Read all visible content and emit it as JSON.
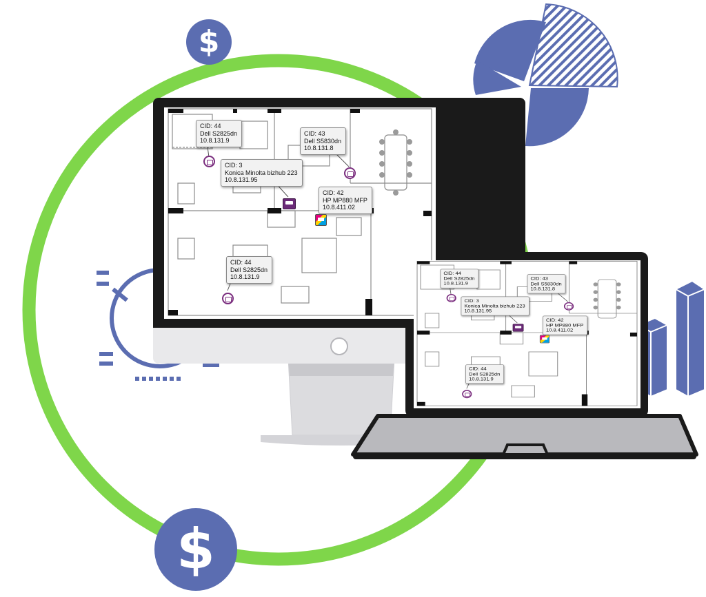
{
  "colors": {
    "ring": "#7fd64a",
    "accent_blue": "#5b6db1",
    "device_frame": "#1a1a1a",
    "monitor_body": "#e8e8ea",
    "printer_purple": "#7a2d7e"
  },
  "icons": {
    "top_badge": "dollar-icon",
    "bottom_badge": "dollar-icon",
    "pie_chart": "pie-chart-icon",
    "outline_pie": "pie-chart-outline-icon",
    "bar_chart": "bar-chart-icon"
  },
  "badges": {
    "top_symbol": "$",
    "bottom_symbol": "$"
  },
  "floorplan": {
    "tooltips": [
      {
        "cid": "CID: 44",
        "model": "Dell S2825dn",
        "ip": "10.8.131.9"
      },
      {
        "cid": "CID: 43",
        "model": "Dell S5830dn",
        "ip": "10.8.131.8"
      },
      {
        "cid": "CID: 3",
        "model": "Konica Minolta bizhub 223",
        "ip": "10.8.131.95"
      },
      {
        "cid": "CID: 42",
        "model": "HP MP880 MFP",
        "ip": "10.8.411.02"
      },
      {
        "cid": "CID: 44",
        "model": "Dell S2825dn",
        "ip": "10.8.131.9"
      }
    ]
  }
}
